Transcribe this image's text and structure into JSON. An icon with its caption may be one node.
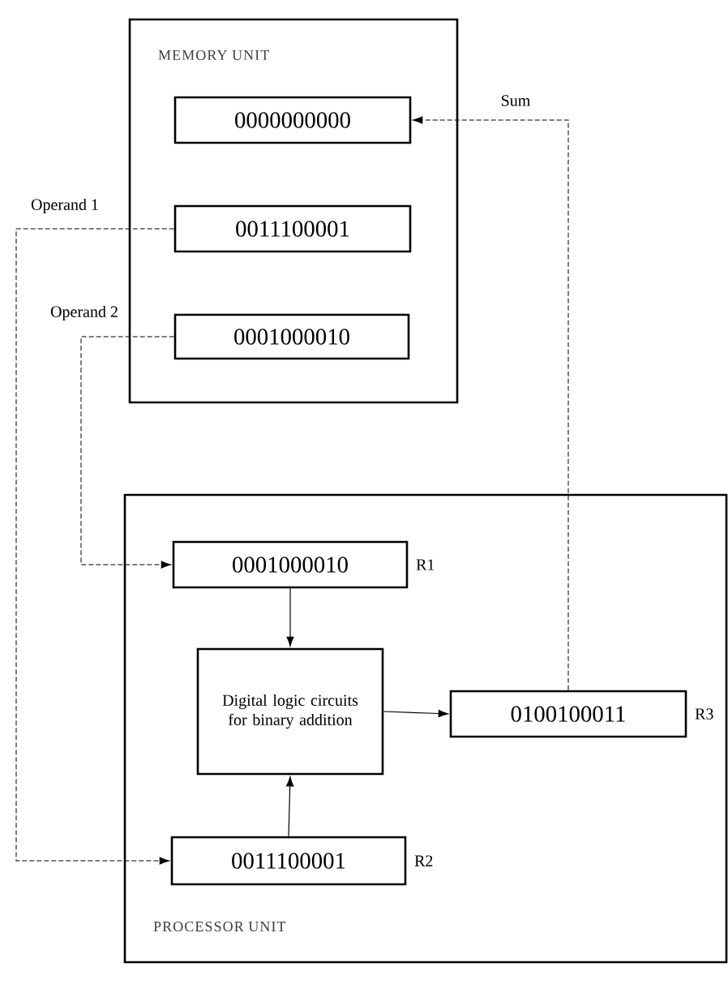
{
  "diagram": {
    "nodes": [
      {
        "text": [
          "MEMORY UNIT"
        ]
      },
      {
        "text": [
          "0000000000"
        ],
        "in": 0
      },
      {
        "text": [
          "0011100001"
        ],
        "in": 0
      },
      {
        "text": [
          "0001000010"
        ],
        "in": 0
      },
      {
        "text": [
          "PROCESSOR UNIT"
        ]
      },
      {
        "text": [
          "0001000010"
        ],
        "beside": [
          "R1"
        ],
        "in": 4
      },
      {
        "text": [
          "Digital logic circuits for binary addition"
        ],
        "in": 4
      },
      {
        "text": [
          "0100100011"
        ],
        "beside": [
          "R3"
        ],
        "in": 4
      },
      {
        "text": [
          "0011100001"
        ],
        "beside": [
          "R2"
        ],
        "in": 4
      }
    ],
    "edges": [
      {
        "from": 2,
        "to": 8,
        "arrow": "to",
        "label": "Operand 1",
        "style": "dashed"
      },
      {
        "from": 3,
        "to": 5,
        "arrow": "to",
        "label": "Operand 2",
        "style": "dashed"
      },
      {
        "from": 7,
        "to": 1,
        "arrow": "to",
        "label": "Sum",
        "style": "dashed"
      },
      {
        "from": 5,
        "to": 6,
        "arrow": "to"
      },
      {
        "from": 8,
        "to": 6,
        "arrow": "to"
      },
      {
        "from": 6,
        "to": 7,
        "arrow": "to"
      }
    ]
  }
}
